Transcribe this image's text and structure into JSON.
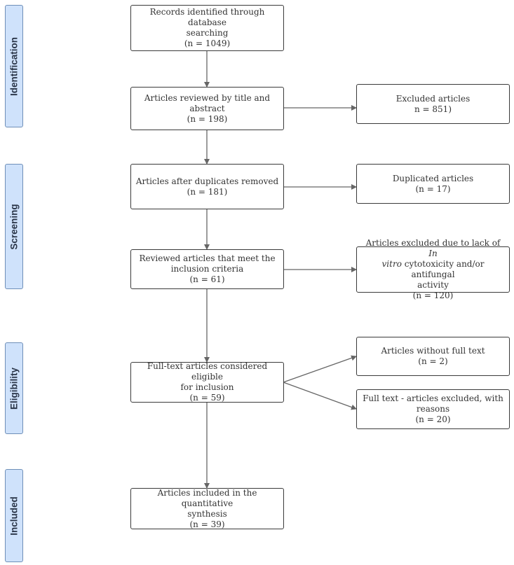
{
  "phases": {
    "identification": "Identification",
    "screening": "Screening",
    "eligibility": "Eligibility",
    "included": "Included"
  },
  "boxes": {
    "records_identified": {
      "line1": "Records identified through database",
      "line2": "searching",
      "count": "(n = 1049)"
    },
    "title_abstract": {
      "line1": "Articles reviewed by title and",
      "line2": "abstract",
      "count": "(n = 198)"
    },
    "excluded": {
      "line1": "Excluded articles",
      "count": "n = 851)"
    },
    "after_duplicates": {
      "line1": "Articles after duplicates removed",
      "count": "(n = 181)"
    },
    "duplicated": {
      "line1": "Duplicated articles",
      "count": "(n = 17)"
    },
    "inclusion_criteria": {
      "line1": "Reviewed articles that meet the",
      "line2": "inclusion criteria",
      "count": "(n = 61)"
    },
    "excluded_lack": {
      "line1_prefix": "Articles excluded due to lack of ",
      "line1_italic": "In",
      "line2_italic": "vitro",
      "line2_suffix": " cytotoxicity and/or antifungal",
      "line3": "activity",
      "count": "(n = 120)"
    },
    "full_text_eligible": {
      "line1": "Full-text articles considered eligible",
      "line2": "for inclusion",
      "count": "(n = 59)"
    },
    "without_full_text": {
      "line1": "Articles without full text",
      "count": "(n = 2)"
    },
    "full_text_excluded": {
      "line1": "Full text - articles excluded, with",
      "line2": "reasons",
      "count": "(n = 20)"
    },
    "quantitative": {
      "line1": "Articles included in the quantitative",
      "line2": "synthesis",
      "count": "(n = 39)"
    }
  },
  "colors": {
    "phase_fill": "#cfe2fb",
    "phase_border": "#6f8fb8",
    "box_border": "#3a3a3a",
    "arrow": "#666666"
  }
}
